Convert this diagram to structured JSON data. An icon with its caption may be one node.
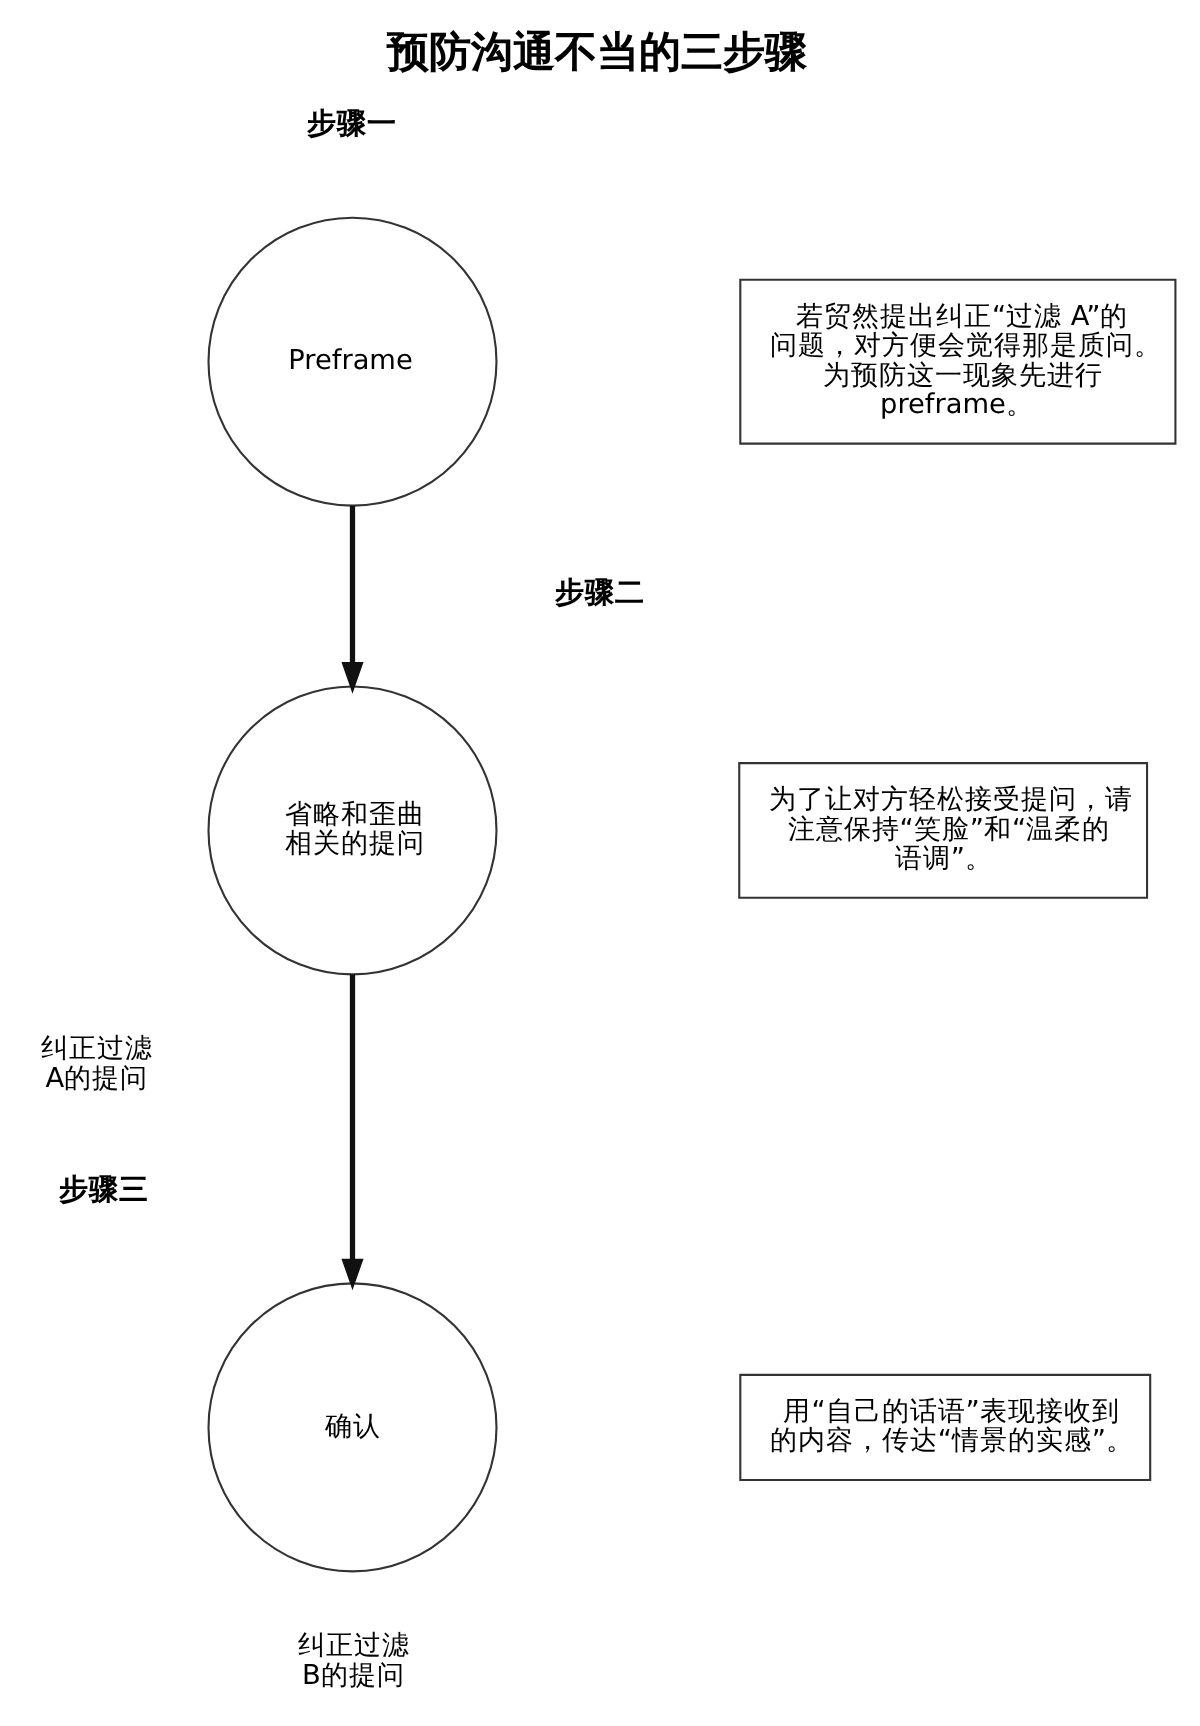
{
  "diagram": {
    "title": "预防沟通不当的三步骤",
    "nodes": [
      {
        "text": [
          "Preframe"
        ]
      },
      {
        "text": [
          "若贸然提出纠正“过滤 A”的问题，对方便会觉得那是质问。为预防这一现象先进行 preframe。"
        ]
      },
      {
        "text": [
          "省略和歪曲相关的提问"
        ],
        "beside": [
          "纠正过滤A的提问"
        ]
      },
      {
        "text": [
          "为了让对方轻松接受提问，请注意保持“笑脸”和“温柔的语调”。"
        ]
      },
      {
        "text": [
          "确认"
        ],
        "beside": [
          "纠正过滤B的提问"
        ]
      },
      {
        "text": [
          "用“自己的话语”表现接收到的内容，传达“情景的实感”。"
        ]
      }
    ],
    "edges": [
      {
        "from": 0,
        "to": 2,
        "arrow": "to"
      },
      {
        "from": 2,
        "to": 4,
        "arrow": "to"
      }
    ],
    "labels": [
      "步骤一",
      "步骤二",
      "步骤三"
    ]
  }
}
